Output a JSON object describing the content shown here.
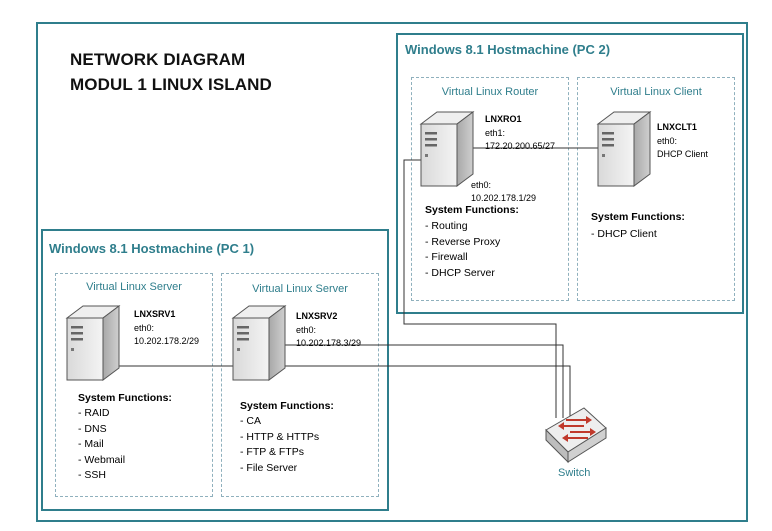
{
  "diagram": {
    "title_line1": "NETWORK DIAGRAM",
    "title_line2": "MODUL 1 LINUX ISLAND"
  },
  "pc2": {
    "label": "Windows 8.1 Hostmachine (PC 2)",
    "router": {
      "vm_label": "Virtual Linux Router",
      "hostname": "LNXRO1",
      "eth1_label": "eth1:",
      "eth1_ip": "172.20.200.65/27",
      "eth0_label": "eth0:",
      "eth0_ip": "10.202.178.1/29",
      "functions_title": "System Functions:",
      "functions": [
        "- Routing",
        "- Reverse Proxy",
        "- Firewall",
        "- DHCP Server"
      ]
    },
    "client": {
      "vm_label": "Virtual Linux Client",
      "hostname": "LNXCLT1",
      "eth0_label": "eth0:",
      "eth0_ip": "DHCP Client",
      "functions_title": "System Functions:",
      "functions": [
        "- DHCP Client"
      ]
    }
  },
  "pc1": {
    "label": "Windows 8.1 Hostmachine (PC 1)",
    "srv1": {
      "vm_label": "Virtual Linux Server",
      "hostname": "LNXSRV1",
      "eth0_label": "eth0:",
      "eth0_ip": "10.202.178.2/29",
      "functions_title": "System Functions:",
      "functions": [
        "- RAID",
        "- DNS",
        "- Mail",
        "- Webmail",
        "- SSH"
      ]
    },
    "srv2": {
      "vm_label": "Virtual Linux Server",
      "hostname": "LNXSRV2",
      "eth0_label": "eth0:",
      "eth0_ip": "10.202.178.3/29",
      "functions_title": "System Functions:",
      "functions": [
        "- CA",
        "- HTTP & HTTPs",
        "- FTP & FTPs",
        "- File Server"
      ]
    }
  },
  "switch": {
    "label": "Switch"
  },
  "colors": {
    "frame": "#2f7e8c",
    "dashed": "#8fb0bd",
    "switch_arrows": "#c0392b"
  }
}
